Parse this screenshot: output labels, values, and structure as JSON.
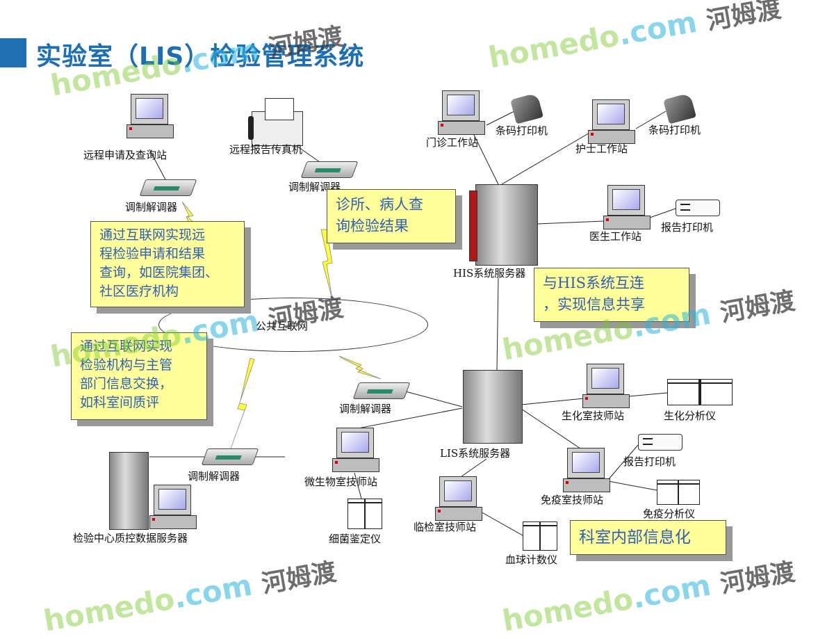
{
  "title": "实验室（LIS）检验管理系统",
  "watermark": {
    "brand": "homedo",
    "domain": ".com",
    "chinese": "河姆渡"
  },
  "cloud_label": "公共互联网",
  "nodes": {
    "remote_station": "远程申请及查询站",
    "modem_1": "调制解调器",
    "remote_fax": "远程报告传真机",
    "modem_2": "调制解调器",
    "outpatient_station": "门诊工作站",
    "barcode_printer_1": "条码打印机",
    "nurse_station": "护士工作站",
    "barcode_printer_2": "条码打印机",
    "his_server": "HIS系统服务器",
    "doctor_station": "医生工作站",
    "report_printer_1": "报告打印机",
    "lis_server": "LIS系统服务器",
    "modem_3": "调制解调器",
    "biochem_station": "生化室技师站",
    "biochem_analyzer": "生化分析仪",
    "report_printer_2": "报告打印机",
    "immune_station": "免疫室技师站",
    "immune_analyzer": "免疫分析仪",
    "micro_station": "微生物室技师站",
    "bacteria_analyzer": "细菌鉴定仪",
    "clinical_station": "临检室技师站",
    "blood_counter": "血球计数仪",
    "modem_4": "调制解调器",
    "qc_server": "检验中心质控数据服务器"
  },
  "callouts": {
    "clinic_query": [
      "诊所、病人查",
      "询检验结果"
    ],
    "remote_request": [
      "通过互联网实现远",
      "程检验申请和结果",
      "查询，如医院集团、",
      "社区医疗机构"
    ],
    "info_exchange": [
      "通过互联网实现",
      "检验机构与主管",
      "部门信息交换，",
      "如科室间质评"
    ],
    "his_link": [
      "与HIS系统互连",
      "，实现信息共享"
    ],
    "dept_info": [
      "科室内部信息化"
    ]
  }
}
